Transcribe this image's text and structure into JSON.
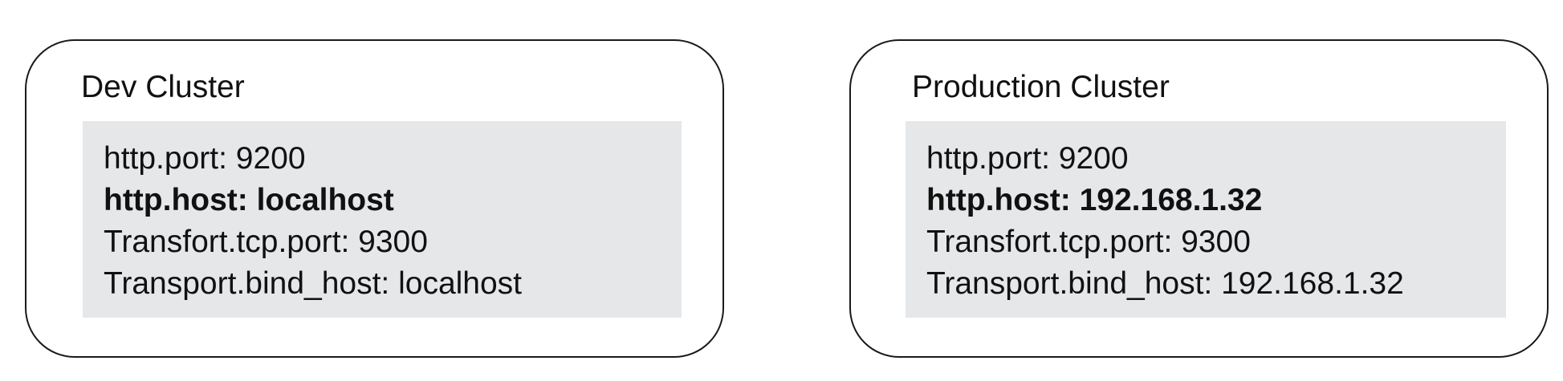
{
  "clusters": [
    {
      "title": "Dev Cluster",
      "lines": [
        "http.port: 9200",
        "http.host: localhost",
        "Transfort.tcp.port: 9300",
        "Transport.bind_host: localhost"
      ]
    },
    {
      "title": "Production Cluster",
      "lines": [
        "http.port: 9200",
        "http.host: 192.168.1.32",
        "Transfort.tcp.port: 9300",
        "Transport.bind_host: 192.168.1.32"
      ]
    }
  ]
}
